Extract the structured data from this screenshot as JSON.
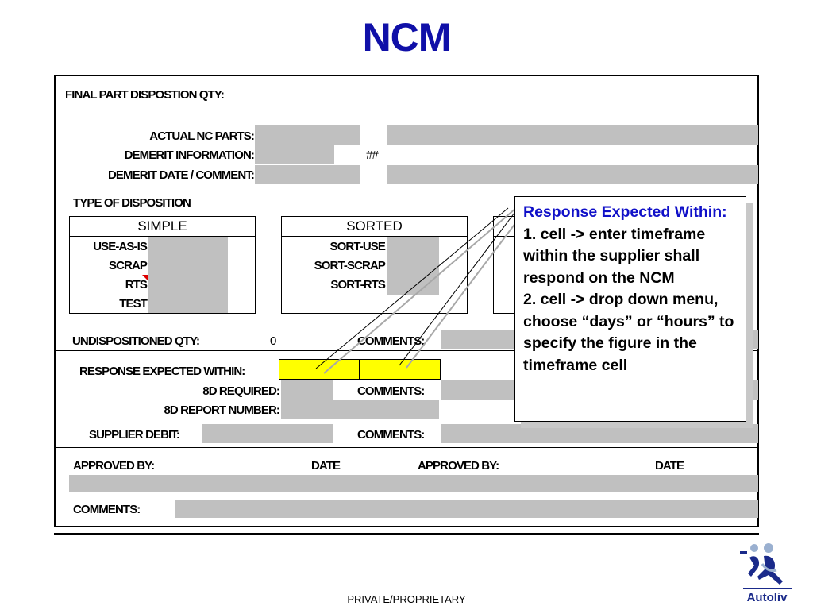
{
  "page_title": "NCM",
  "form": {
    "final_part_disposition_label": "FINAL PART DISPOSTION QTY:",
    "actual_nc_parts_label": "ACTUAL NC PARTS:",
    "demerit_information_label": "DEMERIT INFORMATION:",
    "demerit_information_value": "##",
    "demerit_date_comment_label": "DEMERIT DATE / COMMENT:",
    "type_of_disposition_label": "TYPE OF DISPOSITION",
    "simple": {
      "header": "SIMPLE",
      "rows": [
        "USE-AS-IS",
        "SCRAP",
        "RTS",
        "TEST"
      ]
    },
    "sorted": {
      "header": "SORTED",
      "rows": [
        "SORT-USE",
        "SORT-SCRAP",
        "SORT-RTS"
      ]
    },
    "undispositioned_qty_label": "UNDISPOSITIONED QTY:",
    "undispositioned_qty_value": "0",
    "comments_label": "COMMENTS:",
    "response_expected_within_label": "RESPONSE EXPECTED WITHIN:",
    "eightd_required_label": "8D REQUIRED:",
    "eightd_report_number_label": "8D REPORT NUMBER:",
    "supplier_debit_label": "SUPPLIER DEBIT:",
    "approved_by_label": "APPROVED BY:",
    "date_label": "DATE"
  },
  "callout": {
    "heading": "Response Expected Within:",
    "line1": "1. cell -> enter timeframe within the supplier shall respond on the NCM",
    "line2": "2. cell -> drop down menu, choose “days” or “hours” to specify the figure in the timeframe cell"
  },
  "colors": {
    "title": "#1010a8",
    "callout_heading": "#1010c8",
    "input_cell": "#c0c0c0",
    "highlight_cell": "#ffff00",
    "comment_marker": "#dd0000"
  },
  "footer": "PRIVATE/PROPRIETARY",
  "logo": {
    "name": "Autoliv",
    "icon": "autoliv-logo-icon"
  }
}
